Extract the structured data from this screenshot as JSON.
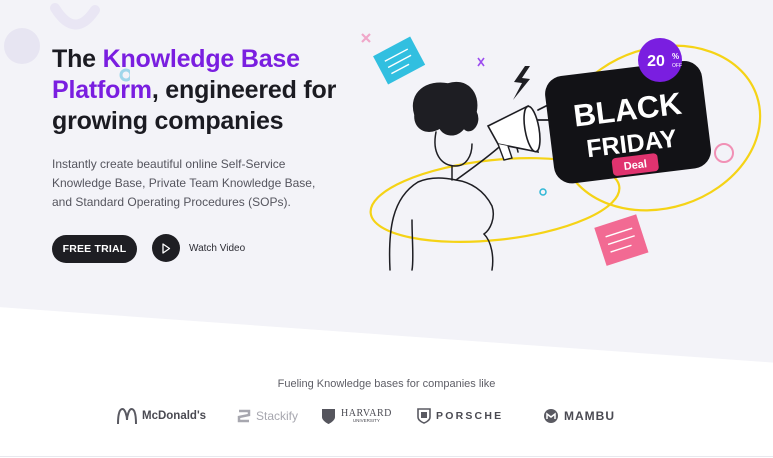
{
  "hero": {
    "headline_prefix": "The ",
    "headline_accent": "Knowledge Base Platform",
    "headline_suffix": ", engineered for growing companies",
    "subtext": "Instantly create beautiful online Self-Service Knowledge Base, Private Team Knowledge Base, and Standard Operating Procedures (SOPs).",
    "cta_label": "FREE TRIAL",
    "watch_label": "Watch Video"
  },
  "promo": {
    "line1": "BLACK",
    "line2": "FRIDAY",
    "tag": "Deal",
    "discount": "20",
    "discount_unit": "%",
    "discount_suffix": "OFF"
  },
  "trust": {
    "label": "Fueling Knowledge bases for companies like",
    "logos": [
      "McDonald's",
      "Stackify",
      "HARVARD",
      "UNIVERSITY",
      "PORSCHE",
      "MAMBU"
    ]
  },
  "colors": {
    "accent": "#7a1ee0",
    "dark": "#1e1e23",
    "yellow": "#f5d316",
    "pink": "#e0336f",
    "teal": "#2fb7d6"
  },
  "icons": [
    "play-icon",
    "megaphone-icon",
    "lightning-icon",
    "sparkle-icon"
  ]
}
